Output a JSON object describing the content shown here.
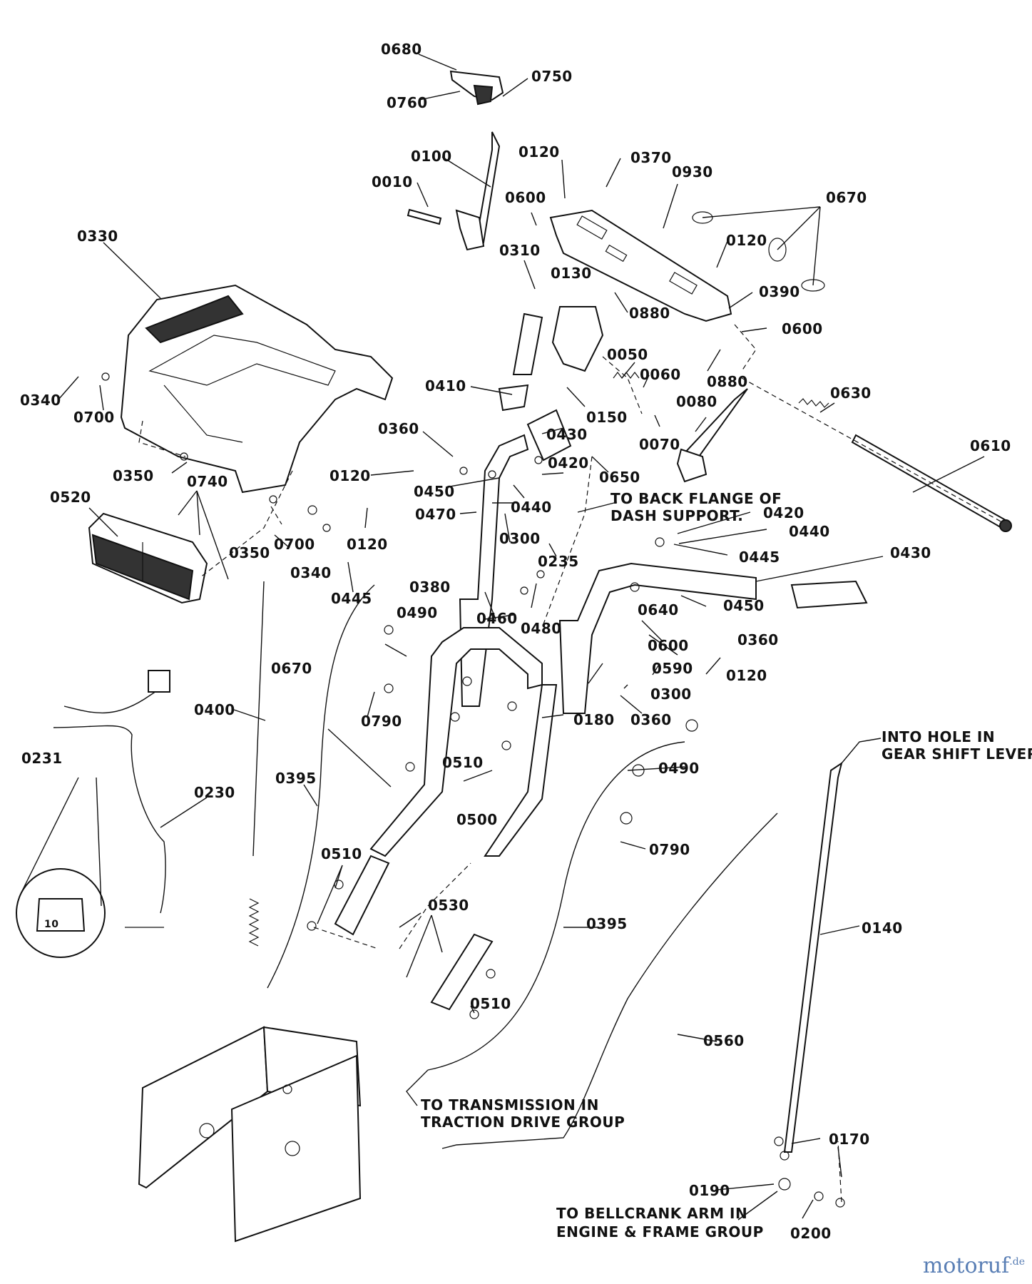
{
  "callouts": [
    {
      "id": "c0680",
      "text": "0680"
    },
    {
      "id": "c0750",
      "text": "0750"
    },
    {
      "id": "c0760",
      "text": "0760"
    },
    {
      "id": "c0100",
      "text": "0100"
    },
    {
      "id": "c0010",
      "text": "0010"
    },
    {
      "id": "c0120a",
      "text": "0120"
    },
    {
      "id": "c0370",
      "text": "0370"
    },
    {
      "id": "c0930",
      "text": "0930"
    },
    {
      "id": "c0600a",
      "text": "0600"
    },
    {
      "id": "c0670a",
      "text": "0670"
    },
    {
      "id": "c0310",
      "text": "0310"
    },
    {
      "id": "c0130",
      "text": "0130"
    },
    {
      "id": "c0120b",
      "text": "0120"
    },
    {
      "id": "c0390",
      "text": "0390"
    },
    {
      "id": "c0880a",
      "text": "0880"
    },
    {
      "id": "c0600b",
      "text": "0600"
    },
    {
      "id": "c0330",
      "text": "0330"
    },
    {
      "id": "c0050",
      "text": "0050"
    },
    {
      "id": "c0060",
      "text": "0060"
    },
    {
      "id": "c0880b",
      "text": "0880"
    },
    {
      "id": "c0410",
      "text": "0410"
    },
    {
      "id": "c0150",
      "text": "0150"
    },
    {
      "id": "c0080",
      "text": "0080"
    },
    {
      "id": "c0630",
      "text": "0630"
    },
    {
      "id": "c0340a",
      "text": "0340"
    },
    {
      "id": "c0700a",
      "text": "0700"
    },
    {
      "id": "c0430a",
      "text": "0430"
    },
    {
      "id": "c0070",
      "text": "0070"
    },
    {
      "id": "c0360a",
      "text": "0360"
    },
    {
      "id": "c0610",
      "text": "0610"
    },
    {
      "id": "c0420a",
      "text": "0420"
    },
    {
      "id": "c0350a",
      "text": "0350"
    },
    {
      "id": "c0740",
      "text": "0740"
    },
    {
      "id": "c0120c",
      "text": "0120"
    },
    {
      "id": "c0650",
      "text": "0650"
    },
    {
      "id": "c0520",
      "text": "0520"
    },
    {
      "id": "c0450a",
      "text": "0450"
    },
    {
      "id": "c0440a",
      "text": "0440"
    },
    {
      "id": "c0470",
      "text": "0470"
    },
    {
      "id": "c0420b",
      "text": "0420"
    },
    {
      "id": "c0300a",
      "text": "0300"
    },
    {
      "id": "c0440b",
      "text": "0440"
    },
    {
      "id": "c0120d",
      "text": "0120"
    },
    {
      "id": "c0350b",
      "text": "0350"
    },
    {
      "id": "c0700b",
      "text": "0700"
    },
    {
      "id": "c0235",
      "text": "0235"
    },
    {
      "id": "c0445a",
      "text": "0445"
    },
    {
      "id": "c0430b",
      "text": "0430"
    },
    {
      "id": "c0340b",
      "text": "0340"
    },
    {
      "id": "c0380",
      "text": "0380"
    },
    {
      "id": "c0445b",
      "text": "0445"
    },
    {
      "id": "c0460",
      "text": "0460"
    },
    {
      "id": "c0640",
      "text": "0640"
    },
    {
      "id": "c0450b",
      "text": "0450"
    },
    {
      "id": "c0490a",
      "text": "0490"
    },
    {
      "id": "c0480",
      "text": "0480"
    },
    {
      "id": "c0600c",
      "text": "0600"
    },
    {
      "id": "c0360b",
      "text": "0360"
    },
    {
      "id": "c0590",
      "text": "0590"
    },
    {
      "id": "c0120e",
      "text": "0120"
    },
    {
      "id": "c0670b",
      "text": "0670"
    },
    {
      "id": "c0300b",
      "text": "0300"
    },
    {
      "id": "c0400",
      "text": "0400"
    },
    {
      "id": "c0180",
      "text": "0180"
    },
    {
      "id": "c0360c",
      "text": "0360"
    },
    {
      "id": "c0790a",
      "text": "0790"
    },
    {
      "id": "c0231",
      "text": "0231"
    },
    {
      "id": "c0510a",
      "text": "0510"
    },
    {
      "id": "c0490b",
      "text": "0490"
    },
    {
      "id": "c0230",
      "text": "0230"
    },
    {
      "id": "c0395a",
      "text": "0395"
    },
    {
      "id": "c0500",
      "text": "0500"
    },
    {
      "id": "c0790b",
      "text": "0790"
    },
    {
      "id": "c0510b",
      "text": "0510"
    },
    {
      "id": "c0530",
      "text": "0530"
    },
    {
      "id": "c0395b",
      "text": "0395"
    },
    {
      "id": "c0140",
      "text": "0140"
    },
    {
      "id": "c0510c",
      "text": "0510"
    },
    {
      "id": "c0560",
      "text": "0560"
    },
    {
      "id": "c0170",
      "text": "0170"
    },
    {
      "id": "c0190",
      "text": "0190"
    },
    {
      "id": "c0200",
      "text": "0200"
    }
  ],
  "notes": {
    "back_flange_1": "TO BACK FLANGE OF",
    "back_flange_2": "DASH SUPPORT.",
    "gear_shift_1": "INTO HOLE IN",
    "gear_shift_2": "GEAR SHIFT LEVER.",
    "transmission_1": "TO TRANSMISSION IN",
    "transmission_2": "TRACTION DRIVE GROUP",
    "bellcrank_1": "TO BELLCRANK ARM IN",
    "bellcrank_2": "ENGINE & FRAME GROUP"
  },
  "fuse_rating": "10",
  "watermark": {
    "text": "motoruf",
    "suffix": ".de",
    "color": "#5a7fb5"
  }
}
